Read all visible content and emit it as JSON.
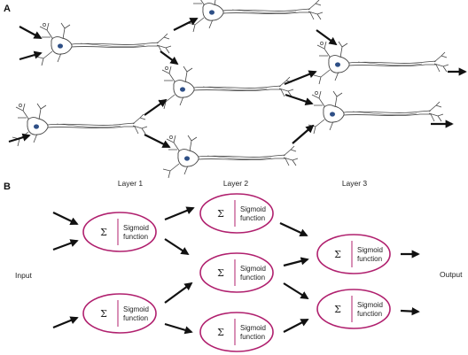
{
  "panels": {
    "a": "A",
    "b": "B"
  },
  "layers": [
    "Layer 1",
    "Layer 2",
    "Layer 3"
  ],
  "io": {
    "input": "Input",
    "output": "Output"
  },
  "node": {
    "sigma": "Σ",
    "line1": "Sigmoid",
    "line2": "function"
  },
  "colors": {
    "node_outline": "#b0206e",
    "divider": "#b0206e",
    "arrow": "#111111",
    "nucleus": "#2e4f86",
    "neuron_line": "#444444"
  }
}
